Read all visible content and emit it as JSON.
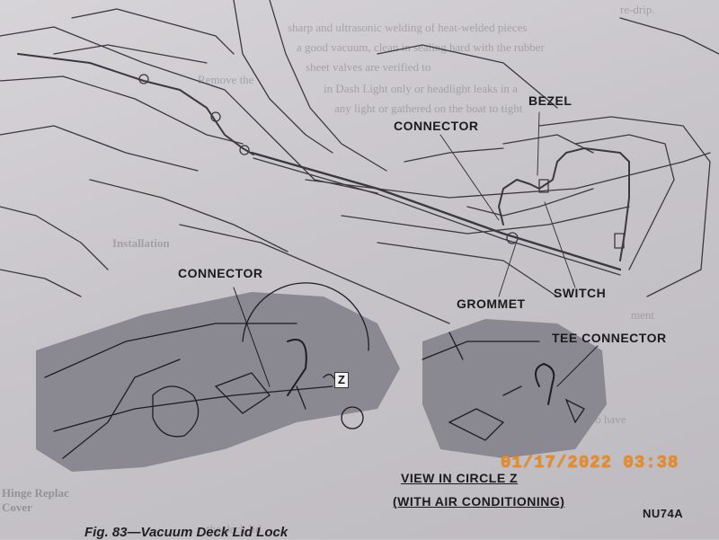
{
  "background_text": [
    "re-drip.",
    "sharp and ultrasonic welding of heat-welded pieces",
    "a good vacuum, clean in sealing hard with the rubber",
    "sheet valves are verified to",
    "in Dash Light only or headlight leaks in a",
    "any light or gathered on the boat to tight",
    "Remove the",
    "Installation",
    "ment",
    "and that is to have",
    "Hinge Replac",
    "Cover",
    "the deck lid"
  ],
  "labels": {
    "bezel": "BEZEL",
    "connector_top": "CONNECTOR",
    "connector_left": "CONNECTOR",
    "switch": "SWITCH",
    "grommet": "GROMMET",
    "tee_connector": "TEE CONNECTOR",
    "z_marker": "Z",
    "view_title": "VIEW IN CIRCLE Z",
    "view_subtitle": "(WITH AIR CONDITIONING)",
    "code": "NU74A"
  },
  "caption": "Fig. 83—Vacuum Deck Lid Lock",
  "date_stamp": "01/17/2022  03:38"
}
